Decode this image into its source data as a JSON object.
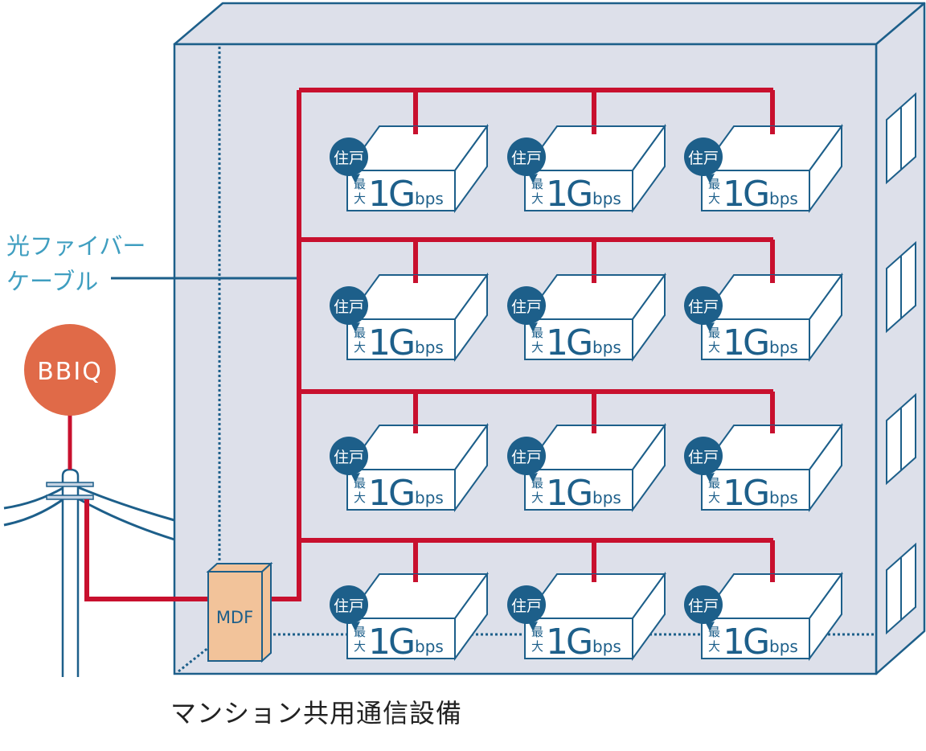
{
  "colors": {
    "building_fill": "#dde0ea",
    "outline": "#1d5f8a",
    "fiber_red": "#c8102e",
    "bbiq_orange": "#e06a48",
    "mdf_fill": "#f2c39a",
    "unit_badge": "#1d5f8a",
    "label_blue": "#3f9ec0",
    "unit_fill": "#ffffff"
  },
  "labels": {
    "fiber_cable_line1": "光ファイバー",
    "fiber_cable_line2": "ケーブル",
    "bbiq": "BBIQ",
    "mdf": "MDF",
    "caption": "マンション共用通信設備"
  },
  "unit": {
    "badge": "住戸",
    "prefix_top": "最",
    "prefix_bottom": "大",
    "speed": "1G",
    "unit": "bps"
  },
  "floors": [
    {
      "units": [
        {
          "badge": "住戸",
          "speed": "1G",
          "unit": "bps"
        },
        {
          "badge": "住戸",
          "speed": "1G",
          "unit": "bps"
        },
        {
          "badge": "住戸",
          "speed": "1G",
          "unit": "bps"
        }
      ]
    },
    {
      "units": [
        {
          "badge": "住戸",
          "speed": "1G",
          "unit": "bps"
        },
        {
          "badge": "住戸",
          "speed": "1G",
          "unit": "bps"
        },
        {
          "badge": "住戸",
          "speed": "1G",
          "unit": "bps"
        }
      ]
    },
    {
      "units": [
        {
          "badge": "住戸",
          "speed": "1G",
          "unit": "bps"
        },
        {
          "badge": "住戸",
          "speed": "1G",
          "unit": "bps"
        },
        {
          "badge": "住戸",
          "speed": "1G",
          "unit": "bps"
        }
      ]
    },
    {
      "units": [
        {
          "badge": "住戸",
          "speed": "1G",
          "unit": "bps"
        },
        {
          "badge": "住戸",
          "speed": "1G",
          "unit": "bps"
        },
        {
          "badge": "住戸",
          "speed": "1G",
          "unit": "bps"
        }
      ]
    }
  ],
  "windows_count": 4
}
